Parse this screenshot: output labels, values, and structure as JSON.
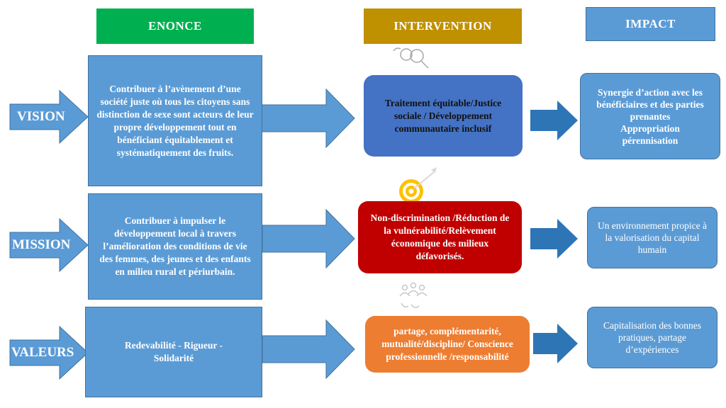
{
  "headers": {
    "enonce": "ENONCE",
    "intervention": "INTERVENTION",
    "impact": "IMPACT"
  },
  "rows": [
    {
      "label": "VISION",
      "enonce": "Contribuer à l’avènement d’une société juste où tous les citoyens sans distinction de sexe sont acteurs de leur propre développement tout en bénéficiant équitablement et systématiquement des fruits.",
      "intervention": "Traitement équitable/Justice sociale / Développement communautaire inclusif",
      "impact_lines": [
        "Synergie d’action avec les bénéficiaires et des parties prenantes",
        "Appropriation",
        "pérennisation"
      ],
      "icon": "magnifier-icon"
    },
    {
      "label": "MISSION",
      "enonce": "Contribuer à impulser le développement local à travers l’amélioration des conditions de vie des femmes, des jeunes et des enfants en milieu rural et périurbain.",
      "intervention": "Non-discrimination /Réduction de la vulnérabilité/Relèvement économique des milieux défavorisés.",
      "impact_lines": [
        "Un environnement propice à la valorisation du capital humain"
      ],
      "icon": "target-icon"
    },
    {
      "label": "VALEURS",
      "enonce": "Redevabilité - Rigueur - Solidarité",
      "intervention": "partage, complémentarité, mutualité/discipline/ Conscience professionnelle /responsabilité",
      "impact_lines": [
        "Capitalisation des bonnes pratiques, partage d’expériences"
      ],
      "icon": "people-icon"
    }
  ],
  "colors": {
    "header_enonce": "#00b050",
    "header_intervention": "#bf9000",
    "blue": "#5b9bd5",
    "blue_dark": "#2e75b6",
    "vision_intervention": "#4472c4",
    "mission_intervention": "#c00000",
    "valeurs_intervention": "#ed7d31"
  }
}
